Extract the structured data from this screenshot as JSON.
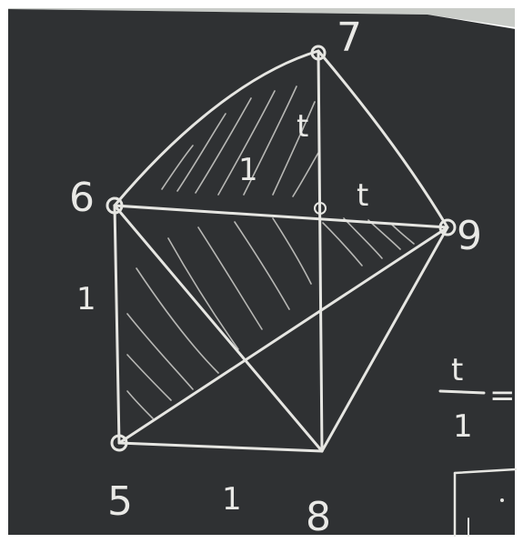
{
  "colors": {
    "board": "#2f3133",
    "chalk": "#e6e6e2",
    "wall": "#c9ccc8"
  },
  "vertex_labels": {
    "v7": "7",
    "v6": "6",
    "v9": "9",
    "v5": "5",
    "v8": "8"
  },
  "edge_labels": {
    "t_vertical": "t",
    "t_horizontal": "t",
    "one_middle": "1",
    "one_left": "1",
    "one_bottom": "1"
  },
  "side_note": {
    "numerator": "t",
    "denominator": "1",
    "equals": "="
  }
}
